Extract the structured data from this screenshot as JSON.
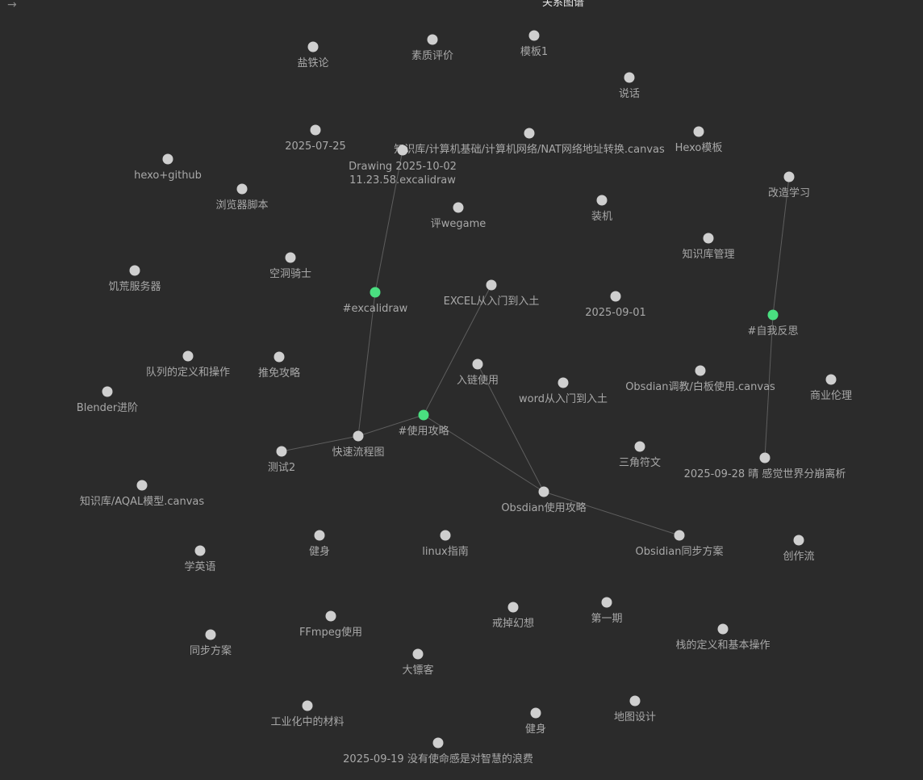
{
  "header": {
    "title": "关系图谱",
    "back_icon": "arrow-right-icon"
  },
  "colors": {
    "background": "#2b2b2b",
    "node": "#cfcfcf",
    "tag_node": "#4ade80",
    "label": "#a8a8a8",
    "edge": "#5e5e5e"
  },
  "graph": {
    "nodes": [
      {
        "id": "yantielun",
        "label": "盐铁论",
        "type": "note"
      },
      {
        "id": "suzhi",
        "label": "素质评价",
        "type": "note"
      },
      {
        "id": "moban1",
        "label": "模板1",
        "type": "note"
      },
      {
        "id": "shuohua",
        "label": "说话",
        "type": "note"
      },
      {
        "id": "d0725",
        "label": "2025-07-25",
        "type": "note"
      },
      {
        "id": "nat",
        "label": "知识库/计算机基础/计算机网络/NAT网络地址转换.canvas",
        "type": "note"
      },
      {
        "id": "hexomoban",
        "label": "Hexo模板",
        "type": "note"
      },
      {
        "id": "drawing",
        "label": "Drawing 2025-10-02\n11.23.58.excalidraw",
        "type": "note"
      },
      {
        "id": "hexogithub",
        "label": "hexo+github",
        "type": "note"
      },
      {
        "id": "gaizao",
        "label": "改造学习",
        "type": "note"
      },
      {
        "id": "liulanqi",
        "label": "浏览器脚本",
        "type": "note"
      },
      {
        "id": "wegame",
        "label": "评wegame",
        "type": "note"
      },
      {
        "id": "zhuangji",
        "label": "装机",
        "type": "note"
      },
      {
        "id": "zhishiku",
        "label": "知识库管理",
        "type": "note"
      },
      {
        "id": "kongdong",
        "label": "空洞骑士",
        "type": "note"
      },
      {
        "id": "jihuang",
        "label": "饥荒服务器",
        "type": "note"
      },
      {
        "id": "excalidraw",
        "label": "#excalidraw",
        "type": "tag"
      },
      {
        "id": "excel",
        "label": "EXCEL从入门到入土",
        "type": "note"
      },
      {
        "id": "d0901",
        "label": "2025-09-01",
        "type": "note"
      },
      {
        "id": "ziwo",
        "label": "#自我反思",
        "type": "tag"
      },
      {
        "id": "duilie",
        "label": "队列的定义和操作",
        "type": "note"
      },
      {
        "id": "tuimian",
        "label": "推免攻略",
        "type": "note"
      },
      {
        "id": "rulian",
        "label": "入链使用",
        "type": "note"
      },
      {
        "id": "obtiaojiao",
        "label": "Obsdian调教/白板使用.canvas",
        "type": "note"
      },
      {
        "id": "word",
        "label": "word从入门到入土",
        "type": "note"
      },
      {
        "id": "shangye",
        "label": "商业伦理",
        "type": "note"
      },
      {
        "id": "blender",
        "label": "Blender进阶",
        "type": "note"
      },
      {
        "id": "shiyong",
        "label": "#使用攻略",
        "type": "tag"
      },
      {
        "id": "kuaisu",
        "label": "快速流程图",
        "type": "note"
      },
      {
        "id": "ceshi2",
        "label": "测试2",
        "type": "note"
      },
      {
        "id": "sanjiao",
        "label": "三角符文",
        "type": "note"
      },
      {
        "id": "d0928",
        "label": "2025-09-28 晴 感觉世界分崩离析",
        "type": "note"
      },
      {
        "id": "aqal",
        "label": "知识库/AQAL模型.canvas",
        "type": "note"
      },
      {
        "id": "obgonglue",
        "label": "Obsdian使用攻略",
        "type": "note"
      },
      {
        "id": "xueyingyu",
        "label": "学英语",
        "type": "note"
      },
      {
        "id": "jianshen1",
        "label": "健身",
        "type": "note"
      },
      {
        "id": "linux",
        "label": "linux指南",
        "type": "note"
      },
      {
        "id": "obtongbu",
        "label": "Obsidian同步方案",
        "type": "note"
      },
      {
        "id": "chuangzuo",
        "label": "创作流",
        "type": "note"
      },
      {
        "id": "ffmpeg",
        "label": "FFmpeg使用",
        "type": "note"
      },
      {
        "id": "jiediao",
        "label": "戒掉幻想",
        "type": "note"
      },
      {
        "id": "diyiqi",
        "label": "第一期",
        "type": "note"
      },
      {
        "id": "tongbu",
        "label": "同步方案",
        "type": "note"
      },
      {
        "id": "zhan",
        "label": "栈的定义和基本操作",
        "type": "note"
      },
      {
        "id": "dabiaoke",
        "label": "大镖客",
        "type": "note"
      },
      {
        "id": "gongye",
        "label": "工业化中的材料",
        "type": "note"
      },
      {
        "id": "jianshen2",
        "label": "健身",
        "type": "note"
      },
      {
        "id": "ditu",
        "label": "地图设计",
        "type": "note"
      },
      {
        "id": "d0919",
        "label": "2025-09-19 没有使命感是对智慧的浪费",
        "type": "note"
      }
    ],
    "edges": [
      [
        "drawing",
        "excalidraw"
      ],
      [
        "excalidraw",
        "kuaisu"
      ],
      [
        "ceshi2",
        "kuaisu"
      ],
      [
        "kuaisu",
        "shiyong"
      ],
      [
        "shiyong",
        "excel"
      ],
      [
        "shiyong",
        "obgonglue"
      ],
      [
        "rulian",
        "obgonglue"
      ],
      [
        "obgonglue",
        "obtongbu"
      ],
      [
        "gaizao",
        "ziwo"
      ],
      [
        "ziwo",
        "d0928"
      ]
    ]
  }
}
